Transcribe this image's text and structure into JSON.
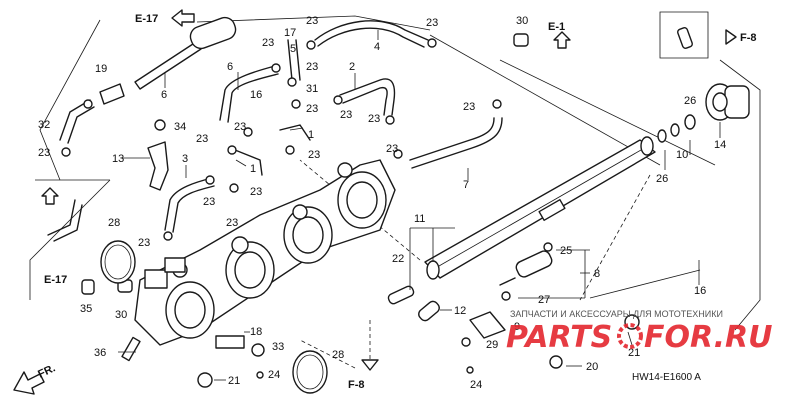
{
  "refs": {
    "e17_top": "E-17",
    "e1": "E-1",
    "f8_right": "F-8",
    "e17_left": "E-17",
    "f8_bottom": "F-8",
    "front": "FR."
  },
  "callouts": [
    {
      "id": "c23a",
      "text": "23"
    },
    {
      "id": "c17",
      "text": "17"
    },
    {
      "id": "c23b",
      "text": "23"
    },
    {
      "id": "c4",
      "text": "4"
    },
    {
      "id": "c23c",
      "text": "23"
    },
    {
      "id": "c30a",
      "text": "30"
    },
    {
      "id": "c6a",
      "text": "6"
    },
    {
      "id": "c19",
      "text": "19"
    },
    {
      "id": "c5",
      "text": "5"
    },
    {
      "id": "c6b",
      "text": "6"
    },
    {
      "id": "c23d",
      "text": "23"
    },
    {
      "id": "c31",
      "text": "31"
    },
    {
      "id": "c2",
      "text": "2"
    },
    {
      "id": "c16",
      "text": "16"
    },
    {
      "id": "c23e",
      "text": "23"
    },
    {
      "id": "c23f",
      "text": "23"
    },
    {
      "id": "c23g",
      "text": "23"
    },
    {
      "id": "c32",
      "text": "32"
    },
    {
      "id": "c34",
      "text": "34"
    },
    {
      "id": "c23h",
      "text": "23"
    },
    {
      "id": "c1a",
      "text": "1"
    },
    {
      "id": "c23i",
      "text": "23"
    },
    {
      "id": "c23j",
      "text": "23"
    },
    {
      "id": "c13",
      "text": "13"
    },
    {
      "id": "c3",
      "text": "3"
    },
    {
      "id": "c1b",
      "text": "1"
    },
    {
      "id": "c23k",
      "text": "23"
    },
    {
      "id": "c23l",
      "text": "23"
    },
    {
      "id": "c23m",
      "text": "23"
    },
    {
      "id": "c7",
      "text": "7"
    },
    {
      "id": "c23n",
      "text": "23"
    },
    {
      "id": "c23o",
      "text": "23"
    },
    {
      "id": "c26a",
      "text": "26"
    },
    {
      "id": "c14",
      "text": "14"
    },
    {
      "id": "c10",
      "text": "10"
    },
    {
      "id": "c26b",
      "text": "26"
    },
    {
      "id": "c23p",
      "text": "23"
    },
    {
      "id": "c11",
      "text": "11"
    },
    {
      "id": "c28a",
      "text": "28"
    },
    {
      "id": "c23q",
      "text": "23"
    },
    {
      "id": "c22",
      "text": "22"
    },
    {
      "id": "c25",
      "text": "25"
    },
    {
      "id": "c8",
      "text": "8"
    },
    {
      "id": "c16b",
      "text": "16"
    },
    {
      "id": "c27",
      "text": "27"
    },
    {
      "id": "c12",
      "text": "12"
    },
    {
      "id": "c35",
      "text": "35"
    },
    {
      "id": "c30b",
      "text": "30"
    },
    {
      "id": "c9",
      "text": "9"
    },
    {
      "id": "c18",
      "text": "18"
    },
    {
      "id": "c29",
      "text": "29"
    },
    {
      "id": "c33",
      "text": "33"
    },
    {
      "id": "c36",
      "text": "36"
    },
    {
      "id": "c28b",
      "text": "28"
    },
    {
      "id": "c24a",
      "text": "24"
    },
    {
      "id": "c21a",
      "text": "21"
    },
    {
      "id": "c24b",
      "text": "24"
    },
    {
      "id": "c21b",
      "text": "21"
    },
    {
      "id": "c20",
      "text": "20"
    }
  ],
  "watermark": {
    "brand_left": "PARTS",
    "brand_right": "FOR.RU",
    "tagline": "ЗАПЧАСТИ И АКСЕССУАРЫ ДЛЯ МОТОТЕХНИКИ",
    "brand_color": "#e3262d"
  },
  "diagram_code": "HW14-E1600 A"
}
